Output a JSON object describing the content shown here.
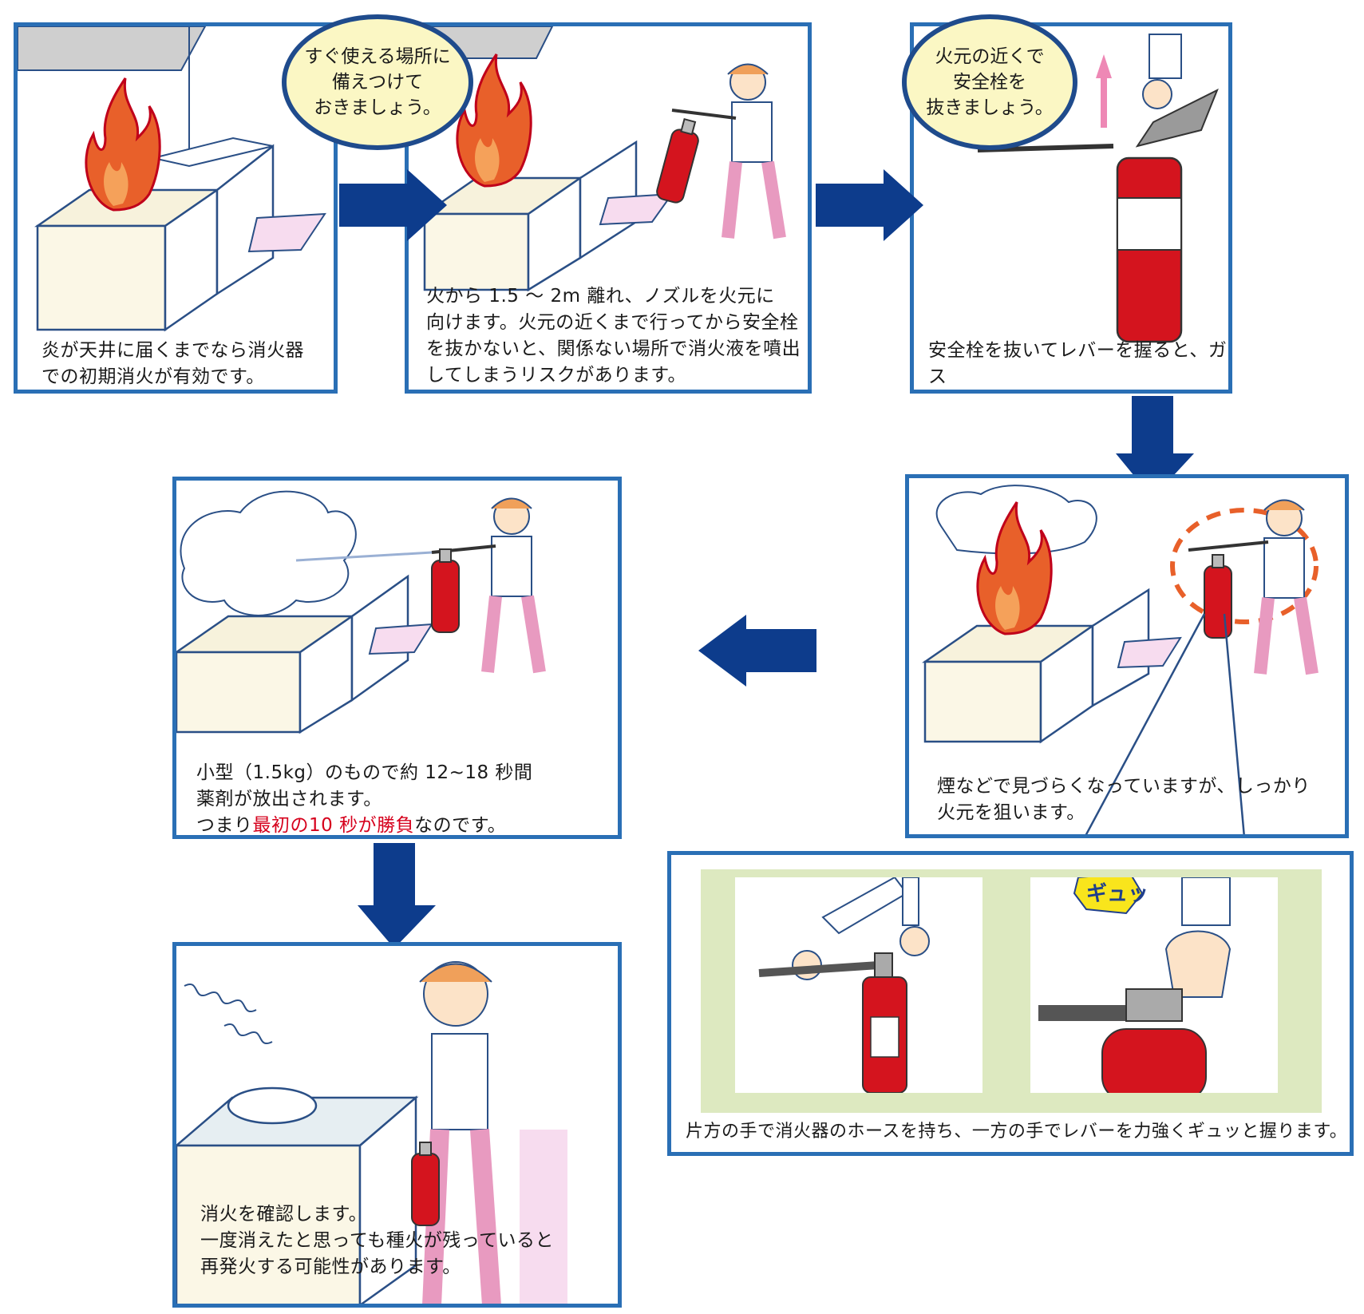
{
  "bubbles": {
    "prepare": "すぐ使える場所に\n備えつけて\nおきましょう。",
    "pin": "火元の近くで\n安全栓を\n抜きましょう。"
  },
  "steps": {
    "step1": "炎が天井に届くまでなら消火器\nでの初期消火が有効です。",
    "step2": "火から 1.5 ～ 2m 離れ、ノズルを火元に\n向けます。火元の近くまで行ってから安全栓\nを抜かないと、関係ない場所で消火液を噴出\nしてしまうリスクがあります。",
    "step3": "安全栓を抜いてレバーを握ると、ガス\n圧によって粉末薬剤が放射されます。",
    "step4": "煙などで見づらくなっていますが、しっかり\n火元を狙います。",
    "step5_line1": "小型（1.5kg）のもので約 12~18 秒間\n薬剤が放出されます。\nつまり",
    "step5_highlight": "最初の10 秒が勝負",
    "step5_tail": "なのです。",
    "step6": "消火を確認します。\n一度消えたと思っても種火が残っていると\n再発火する可能性があります。",
    "detail": "片方の手で消火器のホースを持ち、一方の手でレバーを力強くギュッと握ります。"
  },
  "detail_sfx": "ギュッ",
  "colors": {
    "panel_border": "#2a6fb5",
    "arrow": "#0d3c8c",
    "bubble_fill": "#fbf7c4",
    "flame": "#e8602a",
    "extinguisher": "#d4141e",
    "highlight_text": "#d6001c",
    "inset_bg": "#dde9c0",
    "target_ring": "#e8602a"
  }
}
